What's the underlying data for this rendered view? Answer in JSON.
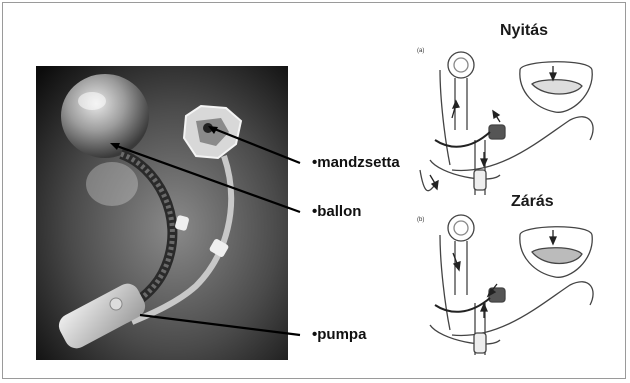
{
  "labels": {
    "cuff": "•mandzsetta",
    "balloon": "•ballon",
    "pump": "•pumpa"
  },
  "panels": {
    "open": {
      "title": "Nyitás",
      "tag": "(a)"
    },
    "close": {
      "title": "Zárás",
      "tag": "(b)"
    }
  }
}
